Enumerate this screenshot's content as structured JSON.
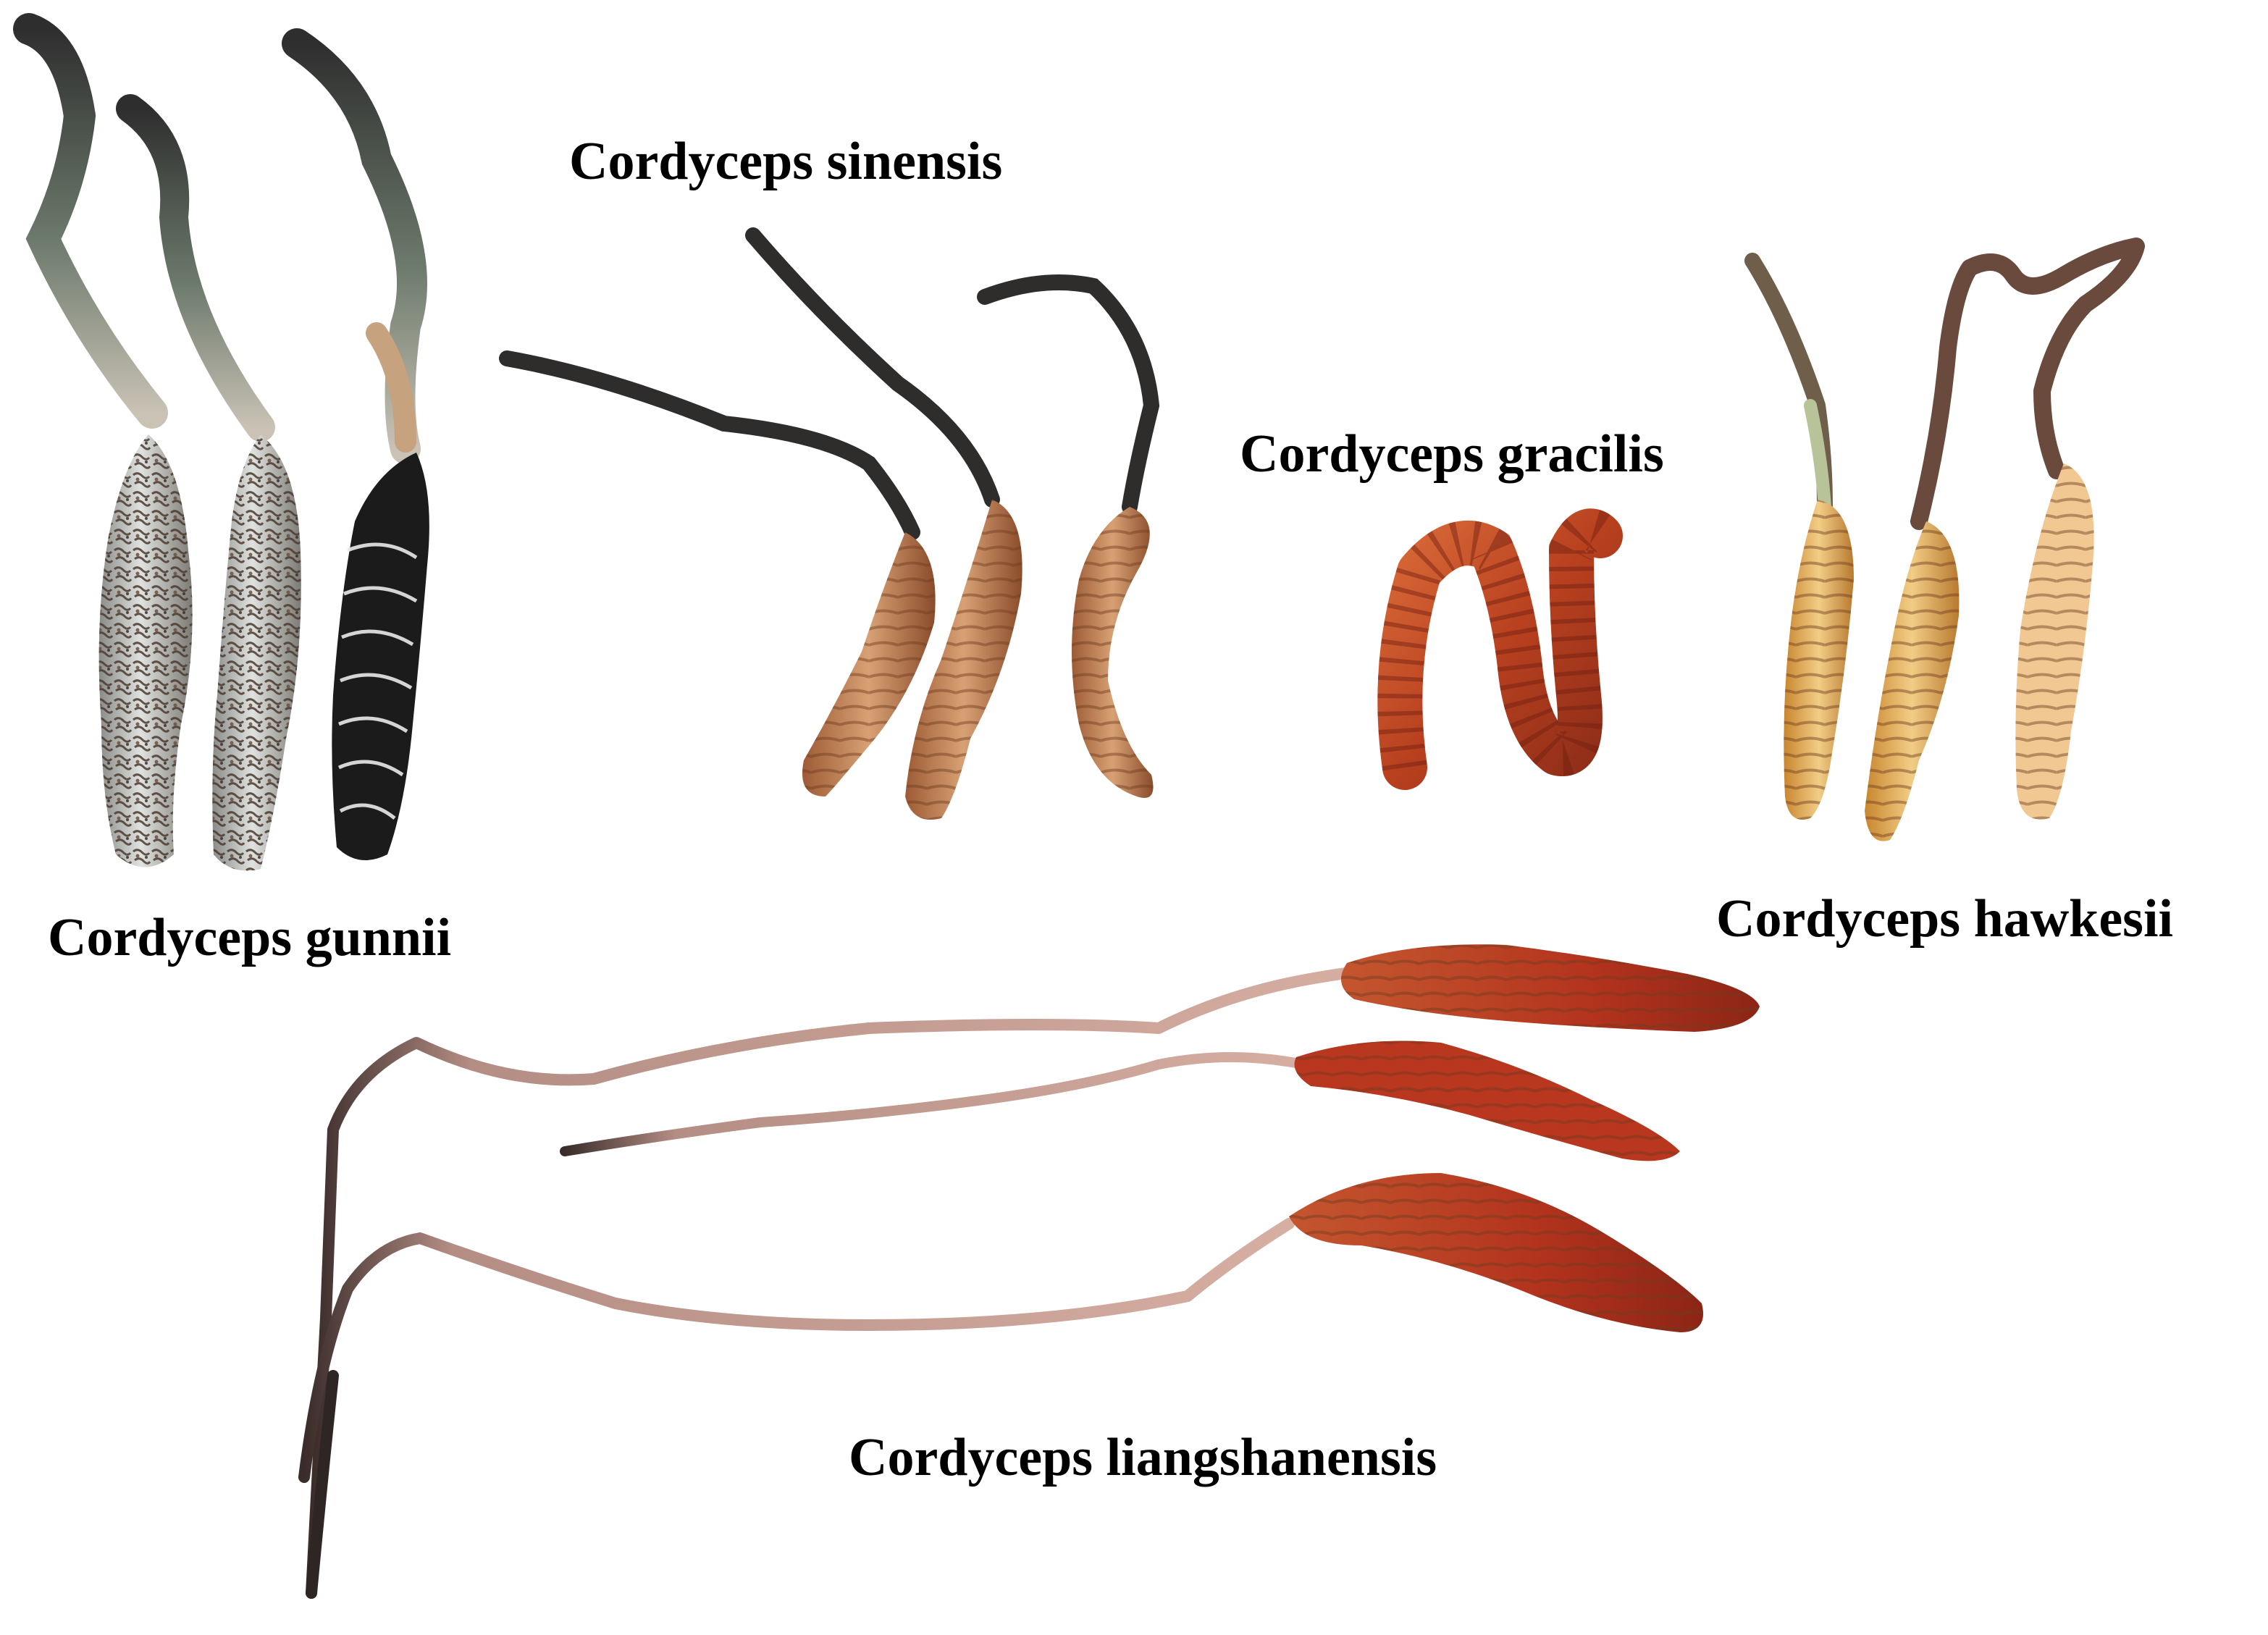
{
  "figure": {
    "background": "#ffffff",
    "specimens": [
      {
        "label": "Cordyceps gunnii",
        "larva_color": "#cfd2cf",
        "crust_color": "#5a4538",
        "stroma_color": "#3a3a38"
      },
      {
        "label": "Cordyceps sinensis",
        "larva_color": "#c98a5a",
        "crust_color": "#8f5633",
        "stroma_color": "#2f2c2c"
      },
      {
        "label": "Cordyceps gracilis",
        "larva_color": "#c9502a",
        "crust_color": "#7d2a1c",
        "stroma_color": "#7d2a1c"
      },
      {
        "label": "Cordyceps hawkesii",
        "larva_color": "#e8b460",
        "crust_color": "#b57a35",
        "stroma_color": "#6b4a3e"
      },
      {
        "label": "Cordyceps liangshanensis",
        "larva_color": "#bb3a22",
        "crust_color": "#7a2014",
        "stroma_color": "#c9a096"
      }
    ]
  }
}
